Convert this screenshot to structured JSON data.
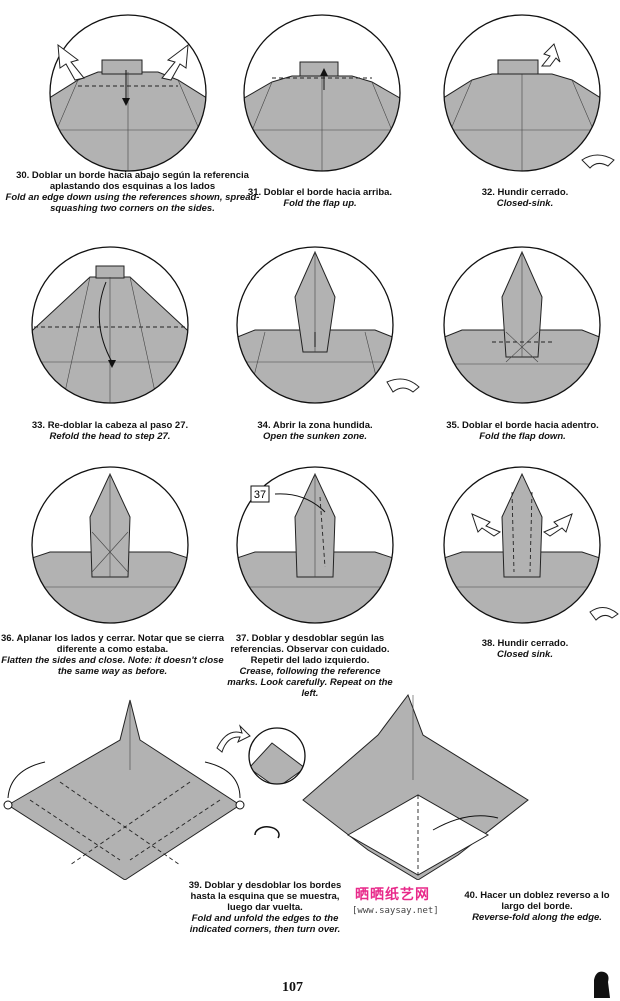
{
  "steps": [
    {
      "es": "30. Doblar un borde hacia abajo según la referencia aplastando dos esquinas a los lados",
      "en": "Fold an edge down using the references shown, spread-squashing two corners on the sides."
    },
    {
      "es": "31. Doblar el borde hacia arriba.",
      "en": "Fold the flap up."
    },
    {
      "es": "32. Hundir cerrado.",
      "en": "Closed-sink."
    },
    {
      "es": "33. Re-doblar la cabeza al paso 27.",
      "en": "Refold the head to step 27."
    },
    {
      "es": "34. Abrir la zona hundida.",
      "en": "Open the sunken zone."
    },
    {
      "es": "35. Doblar el borde hacia adentro.",
      "en": "Fold the flap down."
    },
    {
      "es": "36. Aplanar los lados y cerrar. Notar que se cierra diferente a como estaba.",
      "en": "Flatten the sides and close. Note: it doesn't close the same way as before."
    },
    {
      "es": "37. Doblar y desdoblar según las referencias. Observar con cuidado. Repetir del lado izquierdo.",
      "en": "Crease, following the reference marks. Look carefully. Repeat on the left."
    },
    {
      "es": "38. Hundir cerrado.",
      "en": "Closed sink."
    },
    {
      "es": "39. Doblar y desdoblar los bordes hasta la esquina que se muestra, luego dar vuelta.",
      "en": "Fold and unfold the edges to the indicated corners, then turn over."
    },
    {
      "es": "40. Hacer un doblez reverso a lo largo del borde.",
      "en": "Reverse-fold along the edge."
    }
  ],
  "reference_label": "37",
  "page_number": "107",
  "watermark": {
    "text": "晒晒纸艺网",
    "url": "[www.saysay.net]"
  }
}
